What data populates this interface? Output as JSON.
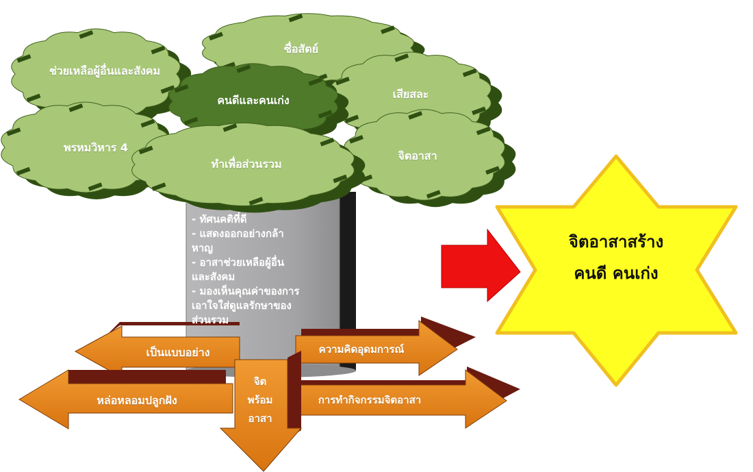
{
  "colors": {
    "leaf_light": "#a8c878",
    "leaf_dark_center": "#4e7a2a",
    "leaf_shadow": "#2f4f12",
    "trunk": "#a9a9ab",
    "trunk_shadow": "#1a1a1a",
    "arrow_orange": "#e8861e",
    "arrow_dark": "#6b1a10",
    "pointer_red": "#ee1111",
    "star_fill": "#ffff22",
    "star_border": "#f0c020"
  },
  "canopy": {
    "cloud_1": "ช่วยเหลือผู้อื่นและสังคม",
    "cloud_2": "ซื่อสัตย์",
    "cloud_3": "คนดีและคนเก่ง",
    "cloud_4": "เสียสละ",
    "cloud_5": "พรหมวิหาร 4",
    "cloud_6": "ทำเพื่อส่วนรวม",
    "cloud_7": "จิตอาสา"
  },
  "trunk": {
    "lines": [
      "- ทัศนคติที่ดี",
      "- แสดงออกอย่างกล้า",
      "หาญ",
      "- อาสาช่วยเหลือผู้อื่น",
      "และสังคม",
      "- มองเห็นคุณค่าของการ",
      "เอาใจใส่ดูแลรักษาของ",
      "ส่วนรวม"
    ]
  },
  "roots": {
    "center": [
      "จิต",
      "พร้อม",
      "อาสา"
    ],
    "arrow_left_top": "เป็นแบบอย่าง",
    "arrow_left_bottom": "หล่อหลอมปลูกฝัง",
    "arrow_right_top": "ความคิดอุดมการณ์",
    "arrow_right_bottom": "การทำกิจกรรมจิตอาสา"
  },
  "star": {
    "line1": "จิตอาสาสร้าง",
    "line2": "คนดี คนเก่ง"
  },
  "icons": {
    "pointer": "red-right-arrow-icon"
  }
}
